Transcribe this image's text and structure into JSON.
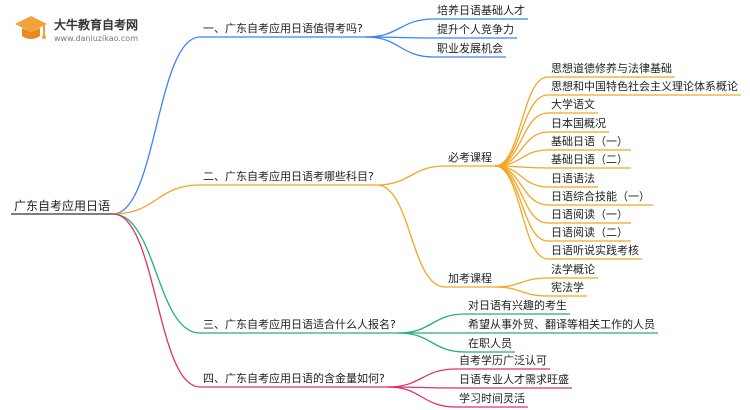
{
  "logo": {
    "title": "大牛教育自考网",
    "url": "www.daniuzikao.com"
  },
  "mindmap": {
    "root": "广东自考应用日语",
    "branches": [
      {
        "label": "一、广东自考应用日语值得考吗?",
        "color": "#3b82f6",
        "items": [
          "培养日语基础人才",
          "提升个人竞争力",
          "职业发展机会"
        ]
      },
      {
        "label": "二、广东自考应用日语考哪些科目?",
        "color": "#f5a524",
        "groups": [
          {
            "label": "必考课程",
            "items": [
              "思想道德修养与法律基础",
              "思想和中国特色社会主义理论体系概论",
              "大学语文",
              "日本国概况",
              "基础日语（一）",
              "基础日语（二）",
              "日语语法",
              "日语综合技能（一）",
              "日语阅读（一）",
              "日语阅读（二）",
              "日语听说实践考核"
            ]
          },
          {
            "label": "加考课程",
            "items": [
              "法学概论",
              "宪法学"
            ]
          }
        ]
      },
      {
        "label": "三、广东自考应用日语适合什么人报名?",
        "color": "#22b07d",
        "items": [
          "对日语有兴趣的考生",
          "希望从事外贸、翻译等相关工作的人员",
          "在职人员"
        ]
      },
      {
        "label": "四、广东自考应用日语的含金量如何?",
        "color": "#e0306f",
        "items": [
          "自考学历广泛认可",
          "日语专业人才需求旺盛",
          "学习时间灵活"
        ]
      }
    ]
  }
}
